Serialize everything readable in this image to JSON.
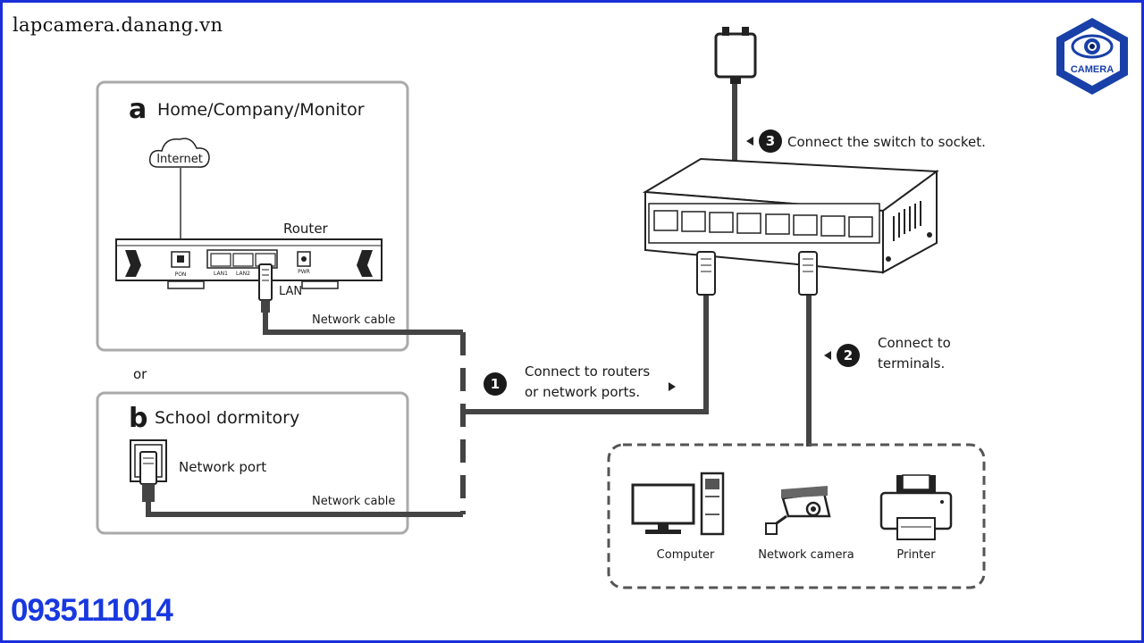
{
  "watermark": {
    "site": "lapcamera.danang.vn",
    "phone": "0935111014",
    "logo_text": "CAMERA"
  },
  "panel_a": {
    "letter": "a",
    "title": "Home/Company/Monitor",
    "cloud_label": "Internet",
    "router_label": "Router",
    "port_pon": "PON",
    "port_lan1": "LAN1",
    "port_lan2": "LAN2",
    "port_pwr": "PWR",
    "lan_label": "LAN",
    "cable_label": "Network cable"
  },
  "or_label": "or",
  "panel_b": {
    "letter": "b",
    "title": "School dormitory",
    "port_label": "Network port",
    "cable_label": "Network cable"
  },
  "steps": [
    {
      "number": "1",
      "line1": "Connect to routers",
      "line2": "or network ports."
    },
    {
      "number": "2",
      "line1": "Connect to",
      "line2": "terminals."
    },
    {
      "number": "3",
      "line1": "Connect the switch to socket."
    }
  ],
  "devices": [
    {
      "label": "Computer"
    },
    {
      "label": "Network camera"
    },
    {
      "label": "Printer"
    }
  ],
  "colors": {
    "frame": "#1a2fd8",
    "phone": "#1838e0",
    "cable": "#444444",
    "panel_border": "#aaaaaa"
  }
}
